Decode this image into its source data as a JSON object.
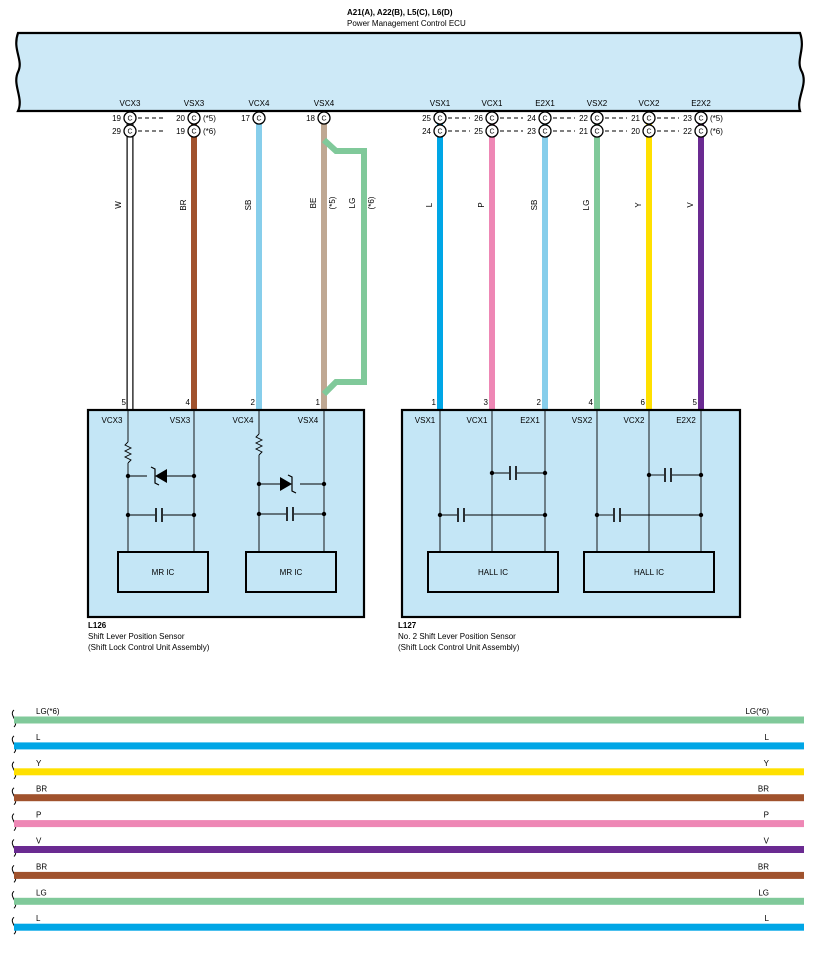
{
  "ecu": {
    "title": "A21(A), A22(B), L5(C), L6(D)",
    "subtitle": "Power Management Control ECU",
    "pin_labels": [
      "VCX3",
      "VSX3",
      "VCX4",
      "VSX4",
      "VSX1",
      "VCX1",
      "E2X1",
      "VSX2",
      "VCX2",
      "E2X2"
    ],
    "connector_letter": "C",
    "note_plus5": "(*5)",
    "note_plus6": "(*6)",
    "top_pins": {
      "vcx3": "19",
      "vsx3": "20",
      "vcx4": "17",
      "vsx4": "18",
      "vsx1": "25",
      "vcx1": "26",
      "e2x1": "24",
      "vsx2": "22",
      "vcx2": "21",
      "e2x2": "23"
    },
    "bottom_pins": {
      "vcx3": "29",
      "vsx3": "19",
      "vsx1": "24",
      "vcx1": "25",
      "e2x1": "23",
      "vsx2": "21",
      "vcx2": "20",
      "e2x2": "22"
    }
  },
  "wires": {
    "vcx3": {
      "code": "W",
      "color": "#ffffff"
    },
    "vsx3": {
      "code": "BR",
      "color": "#a0522d"
    },
    "vcx4": {
      "code": "SB",
      "color": "#87ceeb"
    },
    "vsx4": {
      "code": "BE",
      "note": "(*5)",
      "color": "#bfa893"
    },
    "vsx4_alt": {
      "code": "LG",
      "note": "(*6)",
      "color": "#80c99a"
    },
    "vsx1": {
      "code": "L",
      "color": "#00a6e6"
    },
    "vcx1": {
      "code": "P",
      "color": "#ee87b5"
    },
    "e2x1": {
      "code": "SB",
      "color": "#87ceeb"
    },
    "vsx2": {
      "code": "LG",
      "color": "#80c99a"
    },
    "vcx2": {
      "code": "Y",
      "color": "#ffe000"
    },
    "e2x2": {
      "code": "V",
      "color": "#6a2a91"
    }
  },
  "sensor_l126": {
    "id": "L126",
    "name": "Shift Lever Position Sensor",
    "assembly": "(Shift Lock Control Unit Assembly)",
    "pins": {
      "vcx3": "5",
      "vsx3": "4",
      "vcx4": "2",
      "vsx4": "1"
    },
    "pin_labels": [
      "VCX3",
      "VSX3",
      "VCX4",
      "VSX4"
    ],
    "ic_labels": [
      "MR IC",
      "MR IC"
    ]
  },
  "sensor_l127": {
    "id": "L127",
    "name": "No. 2 Shift Lever Position Sensor",
    "assembly": "(Shift Lock Control Unit Assembly)",
    "pins": {
      "vsx1": "1",
      "vcx1": "3",
      "e2x1": "2",
      "vsx2": "4",
      "vcx2": "6",
      "e2x2": "5"
    },
    "pin_labels": [
      "VSX1",
      "VCX1",
      "E2X1",
      "VSX2",
      "VCX2",
      "E2X2"
    ],
    "ic_labels": [
      "HALL IC",
      "HALL IC"
    ]
  },
  "legend_bars": [
    {
      "label": "LG(*6)",
      "color": "#80c99a"
    },
    {
      "label": "L",
      "color": "#00a6e6"
    },
    {
      "label": "Y",
      "color": "#ffe000"
    },
    {
      "label": "BR",
      "color": "#a0522d"
    },
    {
      "label": "P",
      "color": "#ee87b5"
    },
    {
      "label": "V",
      "color": "#6a2a91"
    },
    {
      "label": "BR",
      "color": "#a0522d"
    },
    {
      "label": "LG",
      "color": "#80c99a"
    },
    {
      "label": "L",
      "color": "#00a6e6"
    }
  ],
  "colors": {
    "ecu_fill": "#cde9f7",
    "sensor_fill": "#c4e6f6",
    "ic_fill": "#c4e6f6"
  }
}
